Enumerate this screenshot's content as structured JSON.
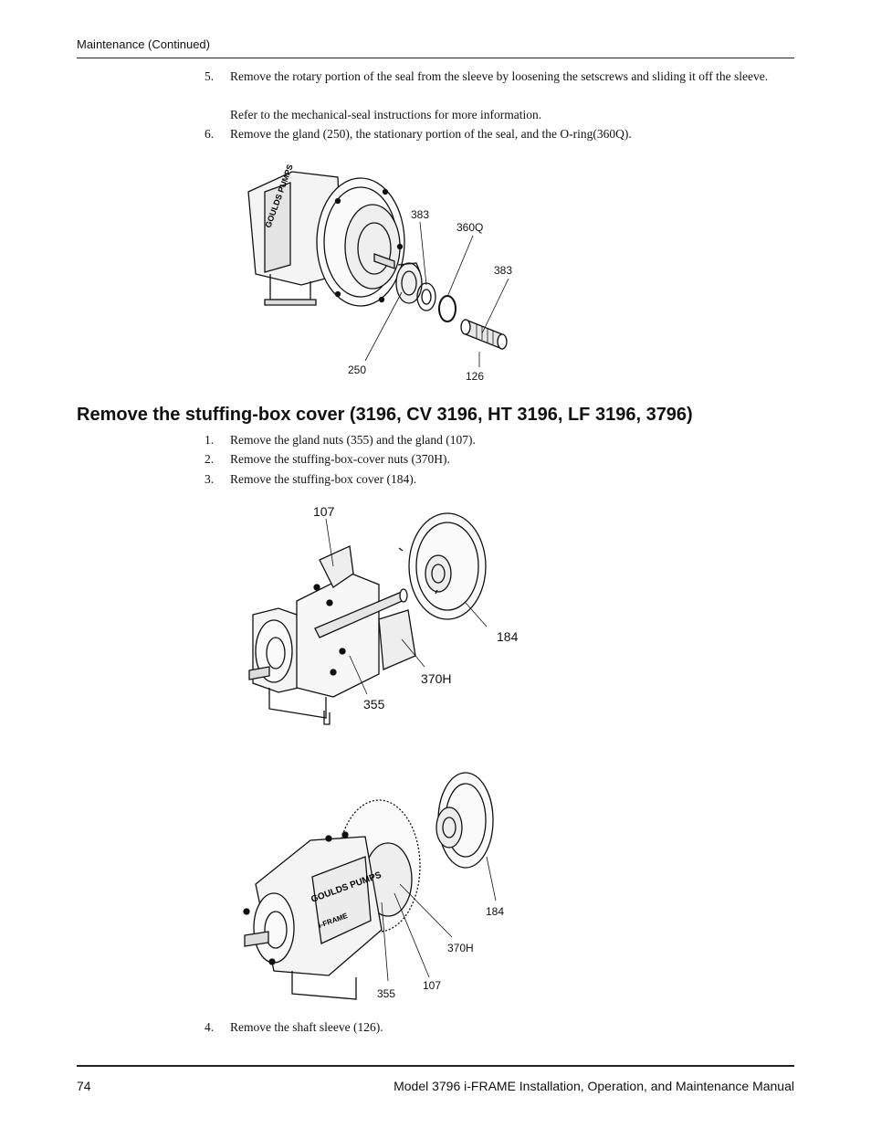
{
  "header": {
    "section": "Maintenance (Continued)"
  },
  "seal_steps": [
    {
      "num": "5.",
      "text": "Remove the rotary portion of the seal from the sleeve by loosening the setscrews and sliding it off the sleeve.",
      "note": "Refer to the mechanical-seal instructions for more information."
    },
    {
      "num": "6.",
      "text": "Remove the gland (250), the stationary portion of the seal, and the O-ring(360Q)."
    }
  ],
  "figure1": {
    "labels": [
      "383",
      "360Q",
      "383",
      "250",
      "126"
    ]
  },
  "section": {
    "title": "Remove the stuffing-box cover (3196, CV 3196, HT 3196, LF 3196, 3796)",
    "steps": [
      {
        "num": "1.",
        "text": "Remove the gland nuts (355) and the gland (107)."
      },
      {
        "num": "2.",
        "text": "Remove the stuffing-box-cover nuts (370H)."
      },
      {
        "num": "3.",
        "text": "Remove the stuffing-box cover (184)."
      }
    ],
    "final_step": {
      "num": "4.",
      "text": "Remove the shaft sleeve (126)."
    }
  },
  "figure2": {
    "labels": [
      "107",
      "184",
      "370H",
      "355"
    ]
  },
  "figure3": {
    "labels": [
      "184",
      "370H",
      "355",
      "107"
    ]
  },
  "figure_brand": {
    "brand": "GOULDS PUMPS",
    "product": "i-FRAME"
  },
  "footer": {
    "page_number": "74",
    "manual_title": "Model 3796 i-FRAME Installation, Operation, and Maintenance Manual"
  }
}
